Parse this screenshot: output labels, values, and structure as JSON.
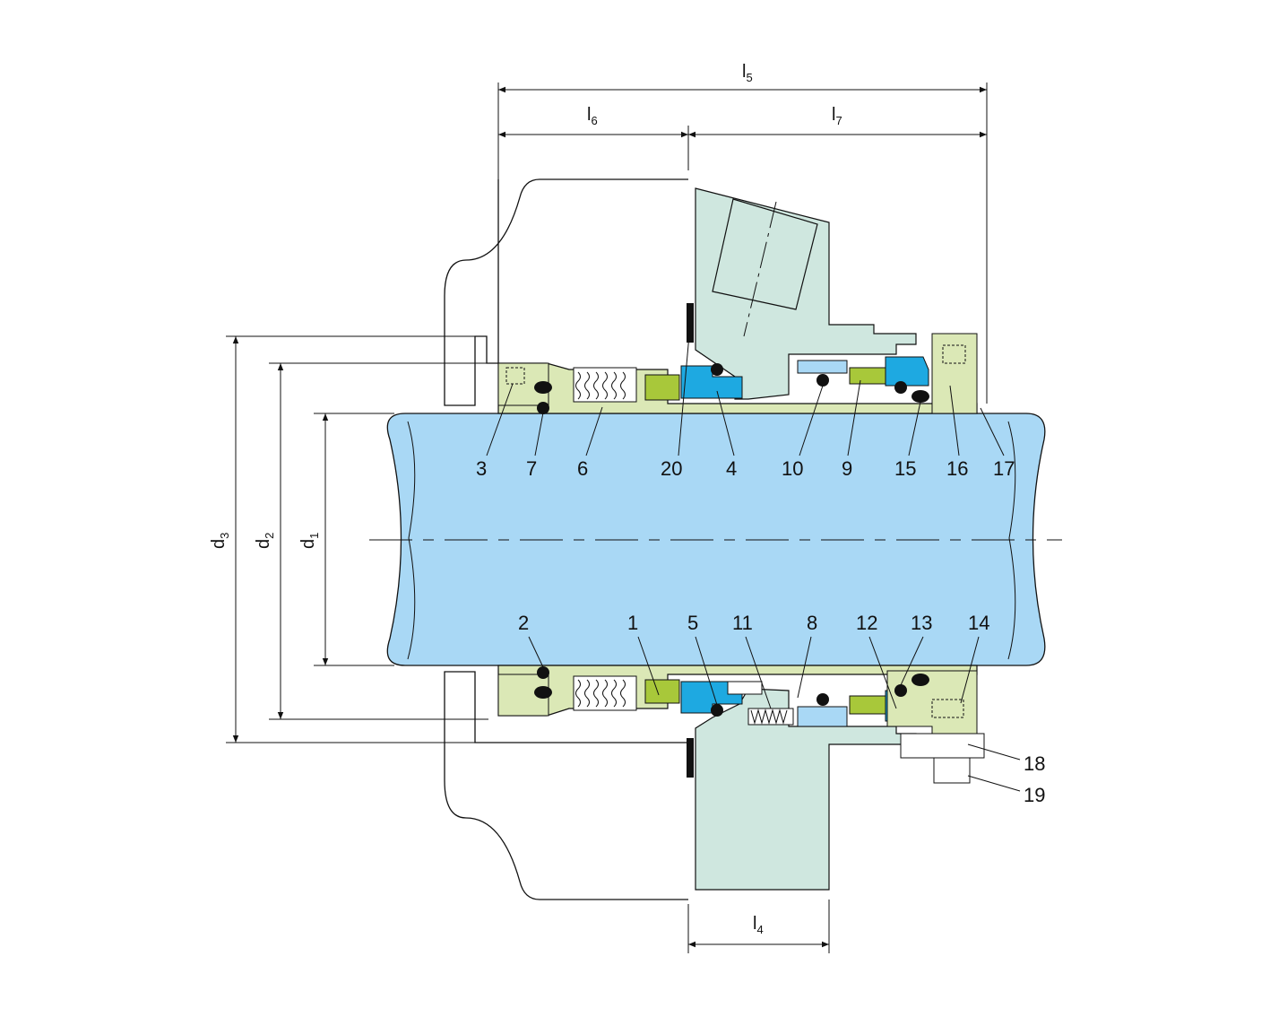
{
  "dimensions": {
    "l5": {
      "main": "l",
      "sub": "5"
    },
    "l6": {
      "main": "l",
      "sub": "6"
    },
    "l7": {
      "main": "l",
      "sub": "7"
    },
    "l4": {
      "main": "l",
      "sub": "4"
    },
    "d1": {
      "main": "d",
      "sub": "1"
    },
    "d2": {
      "main": "d",
      "sub": "2"
    },
    "d3": {
      "main": "d",
      "sub": "3"
    }
  },
  "parts_top": [
    "3",
    "7",
    "6",
    "20",
    "4",
    "10",
    "9",
    "15",
    "16",
    "17"
  ],
  "parts_bottom": [
    "2",
    "1",
    "5",
    "11",
    "8",
    "12",
    "13",
    "14"
  ],
  "parts_right": [
    "18",
    "19"
  ],
  "colors": {
    "shaft": "#a9d8f5",
    "gland": "#cfe7df",
    "sleeve": "#dbe8b6",
    "seat_ring": "#a8c83a",
    "face_ring": "#1ea9e1",
    "o_ring": "#111111",
    "line": "#111111"
  }
}
